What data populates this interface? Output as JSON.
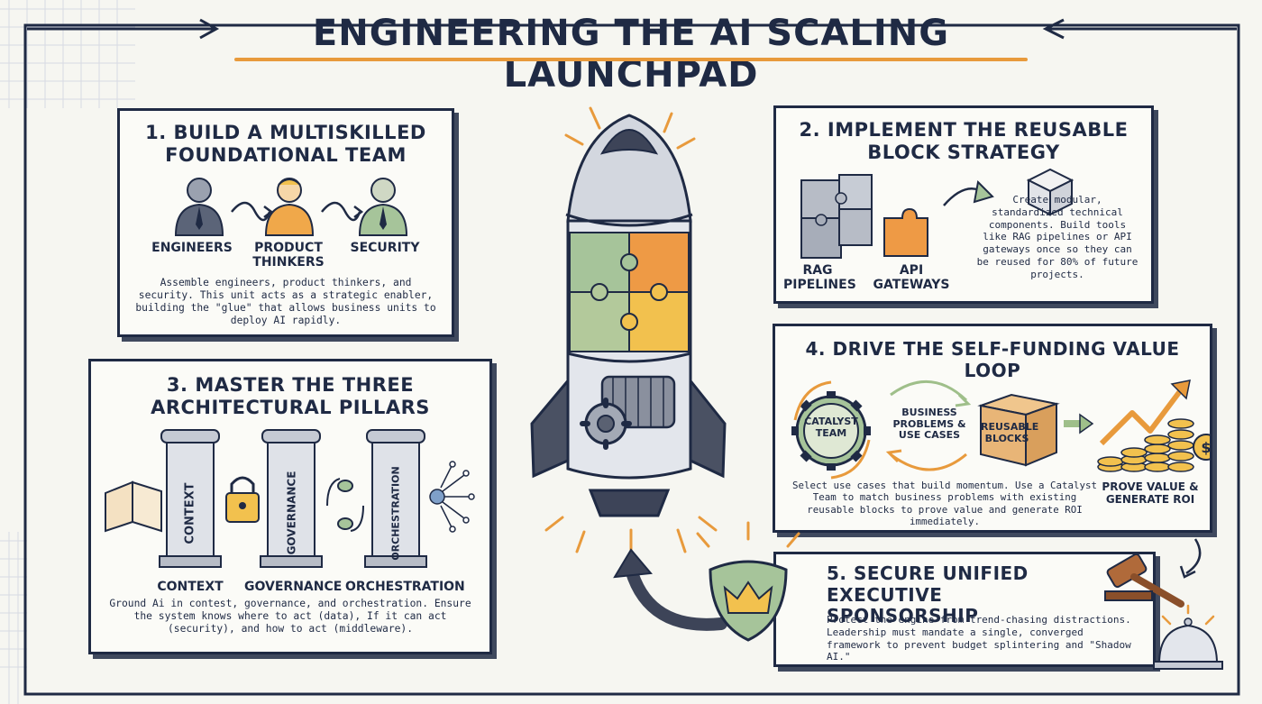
{
  "main_title": "ENGINEERING THE AI SCALING LAUNCHPAD",
  "section1": {
    "title_line1": "1. BUILD A MULTISKILLED",
    "title_line2": "FOUNDATIONAL TEAM",
    "roles": [
      "ENGINEERS",
      "PRODUCT THINKERS",
      "SECURITY"
    ],
    "body": "Assemble engineers, product thinkers, and security. This unit acts as a strategic enabler, building the \"glue\" that allows business units to deploy AI rapidly."
  },
  "section2": {
    "title_line1": "2. IMPLEMENT THE REUSABLE",
    "title_line2": "BLOCK STRATEGY",
    "label_rag": "RAG PIPELINES",
    "label_api": "API GATEWAYS",
    "body": "Create modular, standardized technical components. Build tools like RAG pipelines or API gateways once so they can be reused for 80% of future projects."
  },
  "section3": {
    "title_line1": "3. MASTER THE THREE",
    "title_line2": "ARCHITECTURAL PILLARS",
    "pillars": [
      "CONTEXT",
      "GOVERNANCE",
      "ORCHESTRATION"
    ],
    "pillar_labels": [
      "CONTEXT",
      "GOVERNANCE",
      "ORCHESTRATION"
    ],
    "body": "Ground Ai in contest, governance, and orchestration. Ensure the system knows where to act (data), If it can act (security), and how to act (middleware)."
  },
  "section4": {
    "title": "4. DRIVE THE SELF-FUNDING VALUE LOOP",
    "gear_label": "CATALYST TEAM",
    "loop_label": "BUSINESS PROBLEMS & USE CASES",
    "box_label": "REUSABLE BLOCKS",
    "result_label": "PROVE VALUE & GENERATE ROI",
    "body": "Select use cases that build momentum. Use a Catalyst Team to match business problems with existing reusable blocks to prove value and generate ROI immediately."
  },
  "section5": {
    "title_line1": "5. SECURE UNIFIED",
    "title_line2": "EXECUTIVE SPONSORSHIP",
    "body": "Protect the engine from trend-chasing distractions. Leadership must mandate a single, converged framework to prevent budget splintering and \"Shadow AI.\""
  },
  "colors": {
    "ink": "#1f2a44",
    "accent_orange": "#e89a3c",
    "accent_green": "#9fbf8a",
    "accent_yellow": "#f2c14e",
    "paper": "#f6f6f1"
  }
}
